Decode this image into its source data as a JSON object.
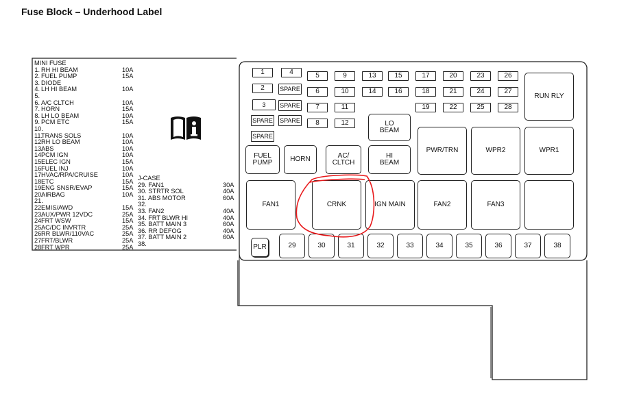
{
  "title": "Fuse Block – Underhood Label",
  "legend": {
    "mini_fuse_heading": "MINI FUSE",
    "mini_fuses": [
      {
        "n": "1.",
        "name": "RH HI BEAM",
        "amp": "10A"
      },
      {
        "n": "2.",
        "name": "FUEL PUMP",
        "amp": "15A"
      },
      {
        "n": "3.",
        "name": "DIODE",
        "amp": ""
      },
      {
        "n": "4.",
        "name": "LH HI BEAM",
        "amp": "10A"
      },
      {
        "n": "5.",
        "name": "",
        "amp": ""
      },
      {
        "n": "6.",
        "name": "A/C CLTCH",
        "amp": "10A"
      },
      {
        "n": "7.",
        "name": "HORN",
        "amp": "15A"
      },
      {
        "n": "8.",
        "name": "LH LO BEAM",
        "amp": "10A"
      },
      {
        "n": "9.",
        "name": "PCM ETC",
        "amp": "15A"
      },
      {
        "n": "10.",
        "name": "",
        "amp": ""
      },
      {
        "n": "11.",
        "name": "TRANS SOLS",
        "amp": "10A"
      },
      {
        "n": "12.",
        "name": "RH LO BEAM",
        "amp": "10A"
      },
      {
        "n": "13.",
        "name": "ABS",
        "amp": "10A"
      },
      {
        "n": "14.",
        "name": "PCM IGN",
        "amp": "10A"
      },
      {
        "n": "15.",
        "name": "ELEC IGN",
        "amp": "15A"
      },
      {
        "n": "16.",
        "name": "FUEL INJ",
        "amp": "10A"
      },
      {
        "n": "17.",
        "name": "HVAC/RPA/CRUISE",
        "amp": "10A"
      },
      {
        "n": "18.",
        "name": "ETC",
        "amp": "15A"
      },
      {
        "n": "19.",
        "name": "ENG SNSR/EVAP",
        "amp": "15A"
      },
      {
        "n": "20.",
        "name": "AIRBAG",
        "amp": "10A"
      },
      {
        "n": "21.",
        "name": "",
        "amp": ""
      },
      {
        "n": "22.",
        "name": "EMIS/AWD",
        "amp": "15A"
      },
      {
        "n": "23.",
        "name": "AUX/PWR 12VDC",
        "amp": "25A"
      },
      {
        "n": "24.",
        "name": "FRT WSW",
        "amp": "15A"
      },
      {
        "n": "25.",
        "name": "AC/DC INVRTR",
        "amp": "25A"
      },
      {
        "n": "26.",
        "name": "RR BLWR/110VAC",
        "amp": "25A"
      },
      {
        "n": "27.",
        "name": "FRT/BLWR",
        "amp": "25A"
      },
      {
        "n": "28.",
        "name": "FRT WPR",
        "amp": "25A"
      }
    ],
    "jcase_heading": "J-CASE",
    "jcase": [
      {
        "name": "29. FAN1",
        "amp": "30A"
      },
      {
        "name": "30. STRTR SOL",
        "amp": "40A"
      },
      {
        "name": "31. ABS MOTOR",
        "amp": "60A"
      },
      {
        "name": "32.",
        "amp": ""
      },
      {
        "name": "33. FAN2",
        "amp": "40A"
      },
      {
        "name": "34. FRT BLWR HI",
        "amp": "40A"
      },
      {
        "name": "35. BATT MAIN 3",
        "amp": "60A"
      },
      {
        "name": "36. RR DEFOG",
        "amp": "40A"
      },
      {
        "name": "37. BATT MAIN 2",
        "amp": "60A"
      },
      {
        "name": "38.",
        "amp": ""
      }
    ]
  },
  "icons": {
    "manual": "owner-manual-info-icon"
  },
  "block": {
    "small_fuses": [
      "1",
      "4",
      "2",
      "5",
      "9",
      "6",
      "10",
      "7",
      "11",
      "8",
      "12",
      "13",
      "15",
      "14",
      "16",
      "17",
      "20",
      "23",
      "26",
      "18",
      "21",
      "24",
      "27",
      "19",
      "22",
      "25",
      "28"
    ],
    "diode": "3",
    "spare": "SPARE",
    "relays": {
      "lo_beam": "LO\nBEAM",
      "hi_beam": "HI\nBEAM",
      "fuel_pump": "FUEL\nPUMP",
      "horn": "HORN",
      "ac_cltch": "AC/\nCLTCH",
      "run_rly": "RUN RLY",
      "pwr_trn": "PWR/TRN",
      "wpr2": "WPR2",
      "wpr1": "WPR1",
      "fan1": "FAN1",
      "crnk": "CRNK",
      "ign_main": "IGN MAIN",
      "fan2": "FAN2",
      "fan3": "FAN3",
      "plr": "PLR"
    },
    "jcase_fuses": [
      "29",
      "30",
      "31",
      "32",
      "33",
      "34",
      "35",
      "36",
      "37",
      "38"
    ]
  },
  "colors": {
    "line": "#222222",
    "highlight": "#e8191b"
  }
}
